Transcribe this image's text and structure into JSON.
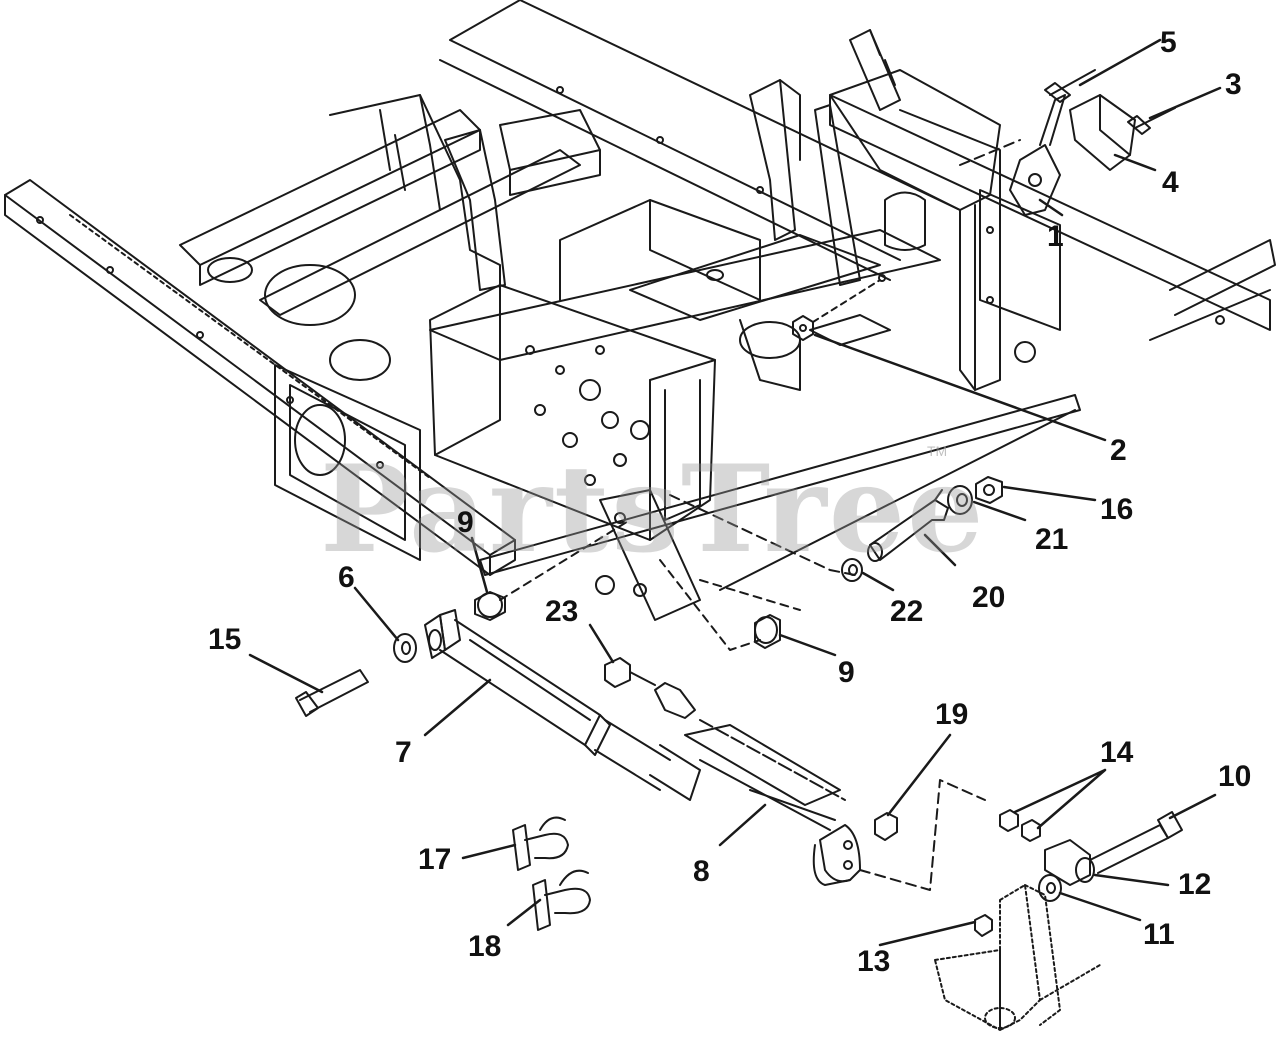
{
  "diagram": {
    "watermark": "PartsTree",
    "watermark_mark": "TM",
    "callouts": [
      "1",
      "2",
      "3",
      "4",
      "5",
      "6",
      "7",
      "8",
      "9",
      "9",
      "10",
      "11",
      "12",
      "13",
      "14",
      "15",
      "16",
      "17",
      "18",
      "19",
      "20",
      "21",
      "22",
      "23"
    ]
  },
  "colors": {
    "line": "#1a1a1a",
    "background": "#ffffff",
    "watermark": "#969696"
  }
}
